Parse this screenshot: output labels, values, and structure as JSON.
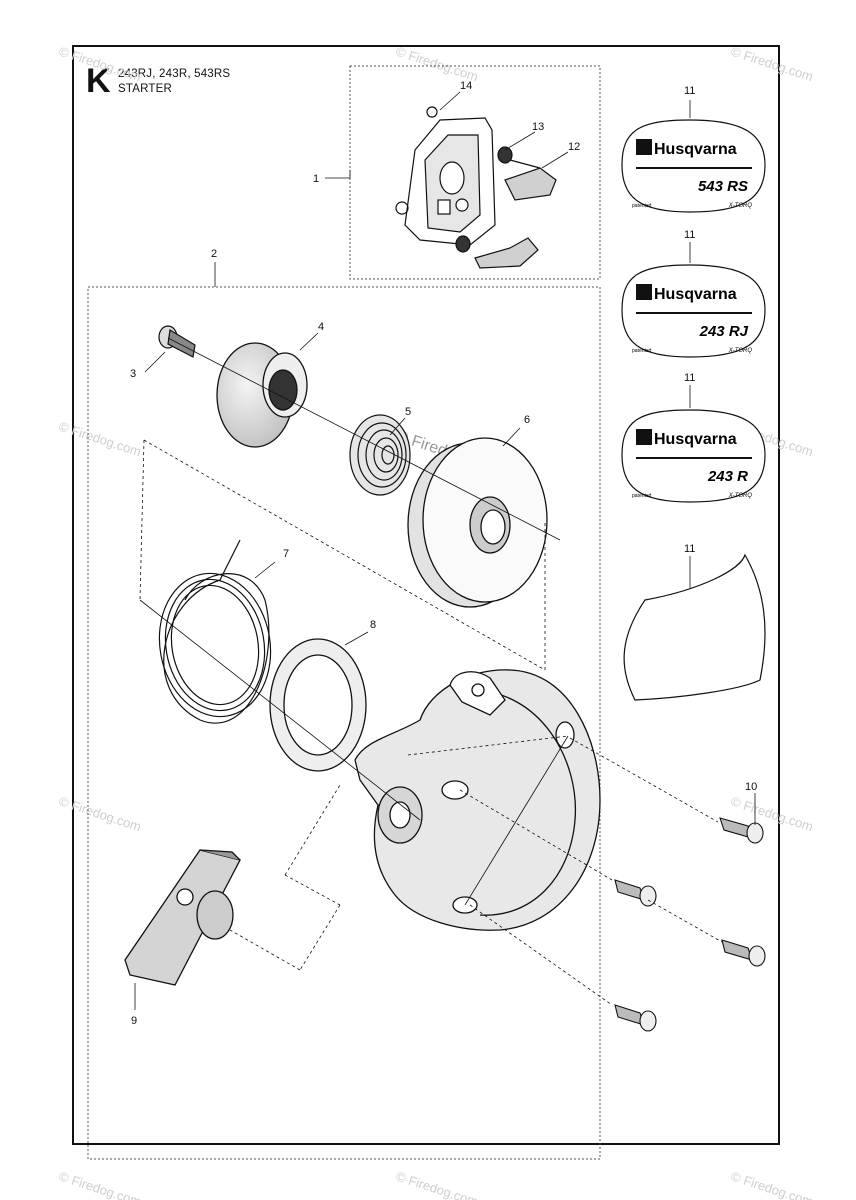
{
  "header": {
    "section_letter": "K",
    "models": "243RJ, 243R, 543RS",
    "title": "STARTER"
  },
  "callouts": {
    "c1": "1",
    "c2": "2",
    "c3": "3",
    "c4": "4",
    "c5": "5",
    "c6": "6",
    "c7": "7",
    "c8": "8",
    "c9": "9",
    "c10": "10",
    "c11a": "11",
    "c11b": "11",
    "c11c": "11",
    "c11d": "11",
    "c12": "12",
    "c13": "13",
    "c14": "14"
  },
  "decals": [
    {
      "brand": "Husqvarna",
      "model": "543 RS",
      "left_text": "patented",
      "right_text": "X-TORQ"
    },
    {
      "brand": "Husqvarna",
      "model": "243 RJ",
      "left_text": "patented",
      "right_text": "X-TORQ"
    },
    {
      "brand": "Husqvarna",
      "model": "243 R",
      "left_text": "patented",
      "right_text": "X-TORQ"
    }
  ],
  "watermark": {
    "center": "© Firedog.com",
    "corner": "© Firedog.com"
  },
  "colors": {
    "line": "#111111",
    "dash": "#555555",
    "watermark": "#c8c8c8"
  }
}
